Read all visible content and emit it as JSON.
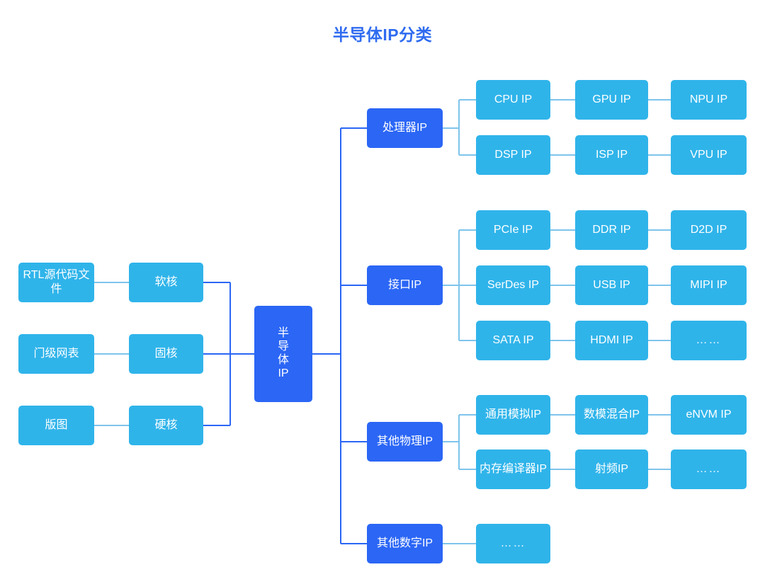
{
  "title": "半导体IP分类",
  "colors": {
    "title": "#2f6bf0",
    "branch_fill": "#2b66f5",
    "leaf_fill": "#2fb4ea",
    "wire_dark": "#2b66f5",
    "wire_light": "#7ec4ec",
    "background": "#ffffff",
    "text": "#ffffff"
  },
  "root": {
    "label": "半导体IP",
    "stacked_chars": [
      "半",
      "导",
      "体",
      "IP"
    ]
  },
  "left_section": {
    "sources": [
      {
        "label": "RTL源代码文件"
      },
      {
        "label": "门级网表"
      },
      {
        "label": "版图"
      }
    ],
    "cores": [
      {
        "label": "软核"
      },
      {
        "label": "固核"
      },
      {
        "label": "硬核"
      }
    ]
  },
  "branches": [
    {
      "label": "处理器IP",
      "rows": [
        [
          "CPU IP",
          "GPU IP",
          "NPU IP"
        ],
        [
          "DSP IP",
          "ISP IP",
          "VPU IP"
        ]
      ]
    },
    {
      "label": "接口IP",
      "rows": [
        [
          "PCIe IP",
          "DDR IP",
          "D2D IP"
        ],
        [
          "SerDes IP",
          "USB IP",
          "MIPI IP"
        ],
        [
          "SATA IP",
          "HDMI IP",
          "……"
        ]
      ]
    },
    {
      "label": "其他物理IP",
      "rows": [
        [
          "通用模拟IP",
          "数模混合IP",
          "eNVM IP"
        ],
        [
          "内存编译器IP",
          "射频IP",
          "……"
        ]
      ]
    },
    {
      "label": "其他数字IP",
      "rows": [
        [
          "……"
        ]
      ]
    }
  ],
  "nodes": {
    "src0": "RTL源代码文件",
    "src1": "门级网表",
    "src2": "版图",
    "core0": "软核",
    "core1": "固核",
    "core2": "硬核",
    "b0": "处理器IP",
    "b1": "接口IP",
    "b2": "其他物理IP",
    "b3": "其他数字IP",
    "p0": "CPU IP",
    "p1": "GPU IP",
    "p2": "NPU IP",
    "p3": "DSP IP",
    "p4": "ISP IP",
    "p5": "VPU IP",
    "i0": "PCIe IP",
    "i1": "DDR IP",
    "i2": "D2D IP",
    "i3": "SerDes IP",
    "i4": "USB IP",
    "i5": "MIPI IP",
    "i6": "SATA IP",
    "i7": "HDMI IP",
    "i8": "……",
    "y0": "通用模拟IP",
    "y1": "数模混合IP",
    "y2": "eNVM IP",
    "y3": "内存编译器IP",
    "y4": "射频IP",
    "y5": "……",
    "z0": "……"
  }
}
